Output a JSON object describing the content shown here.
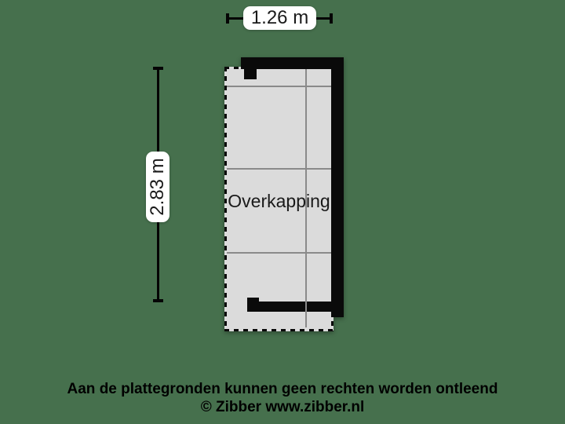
{
  "colors": {
    "bg": "#46704D",
    "fill": "#DBDBDB",
    "wall": "#0A0A0A",
    "line": "#8A8A8A",
    "labelbg": "#FFFFFF",
    "text": "#111111"
  },
  "floor_plan": {
    "room_label": "Overkapping"
  },
  "dimensions": {
    "width": {
      "label": "1.26 m"
    },
    "height": {
      "label": "2.83 m"
    }
  },
  "footer": {
    "disclaimer": "Aan de plattegronden kunnen geen rechten worden ontleend",
    "copyright": "© Zibber www.zibber.nl"
  }
}
